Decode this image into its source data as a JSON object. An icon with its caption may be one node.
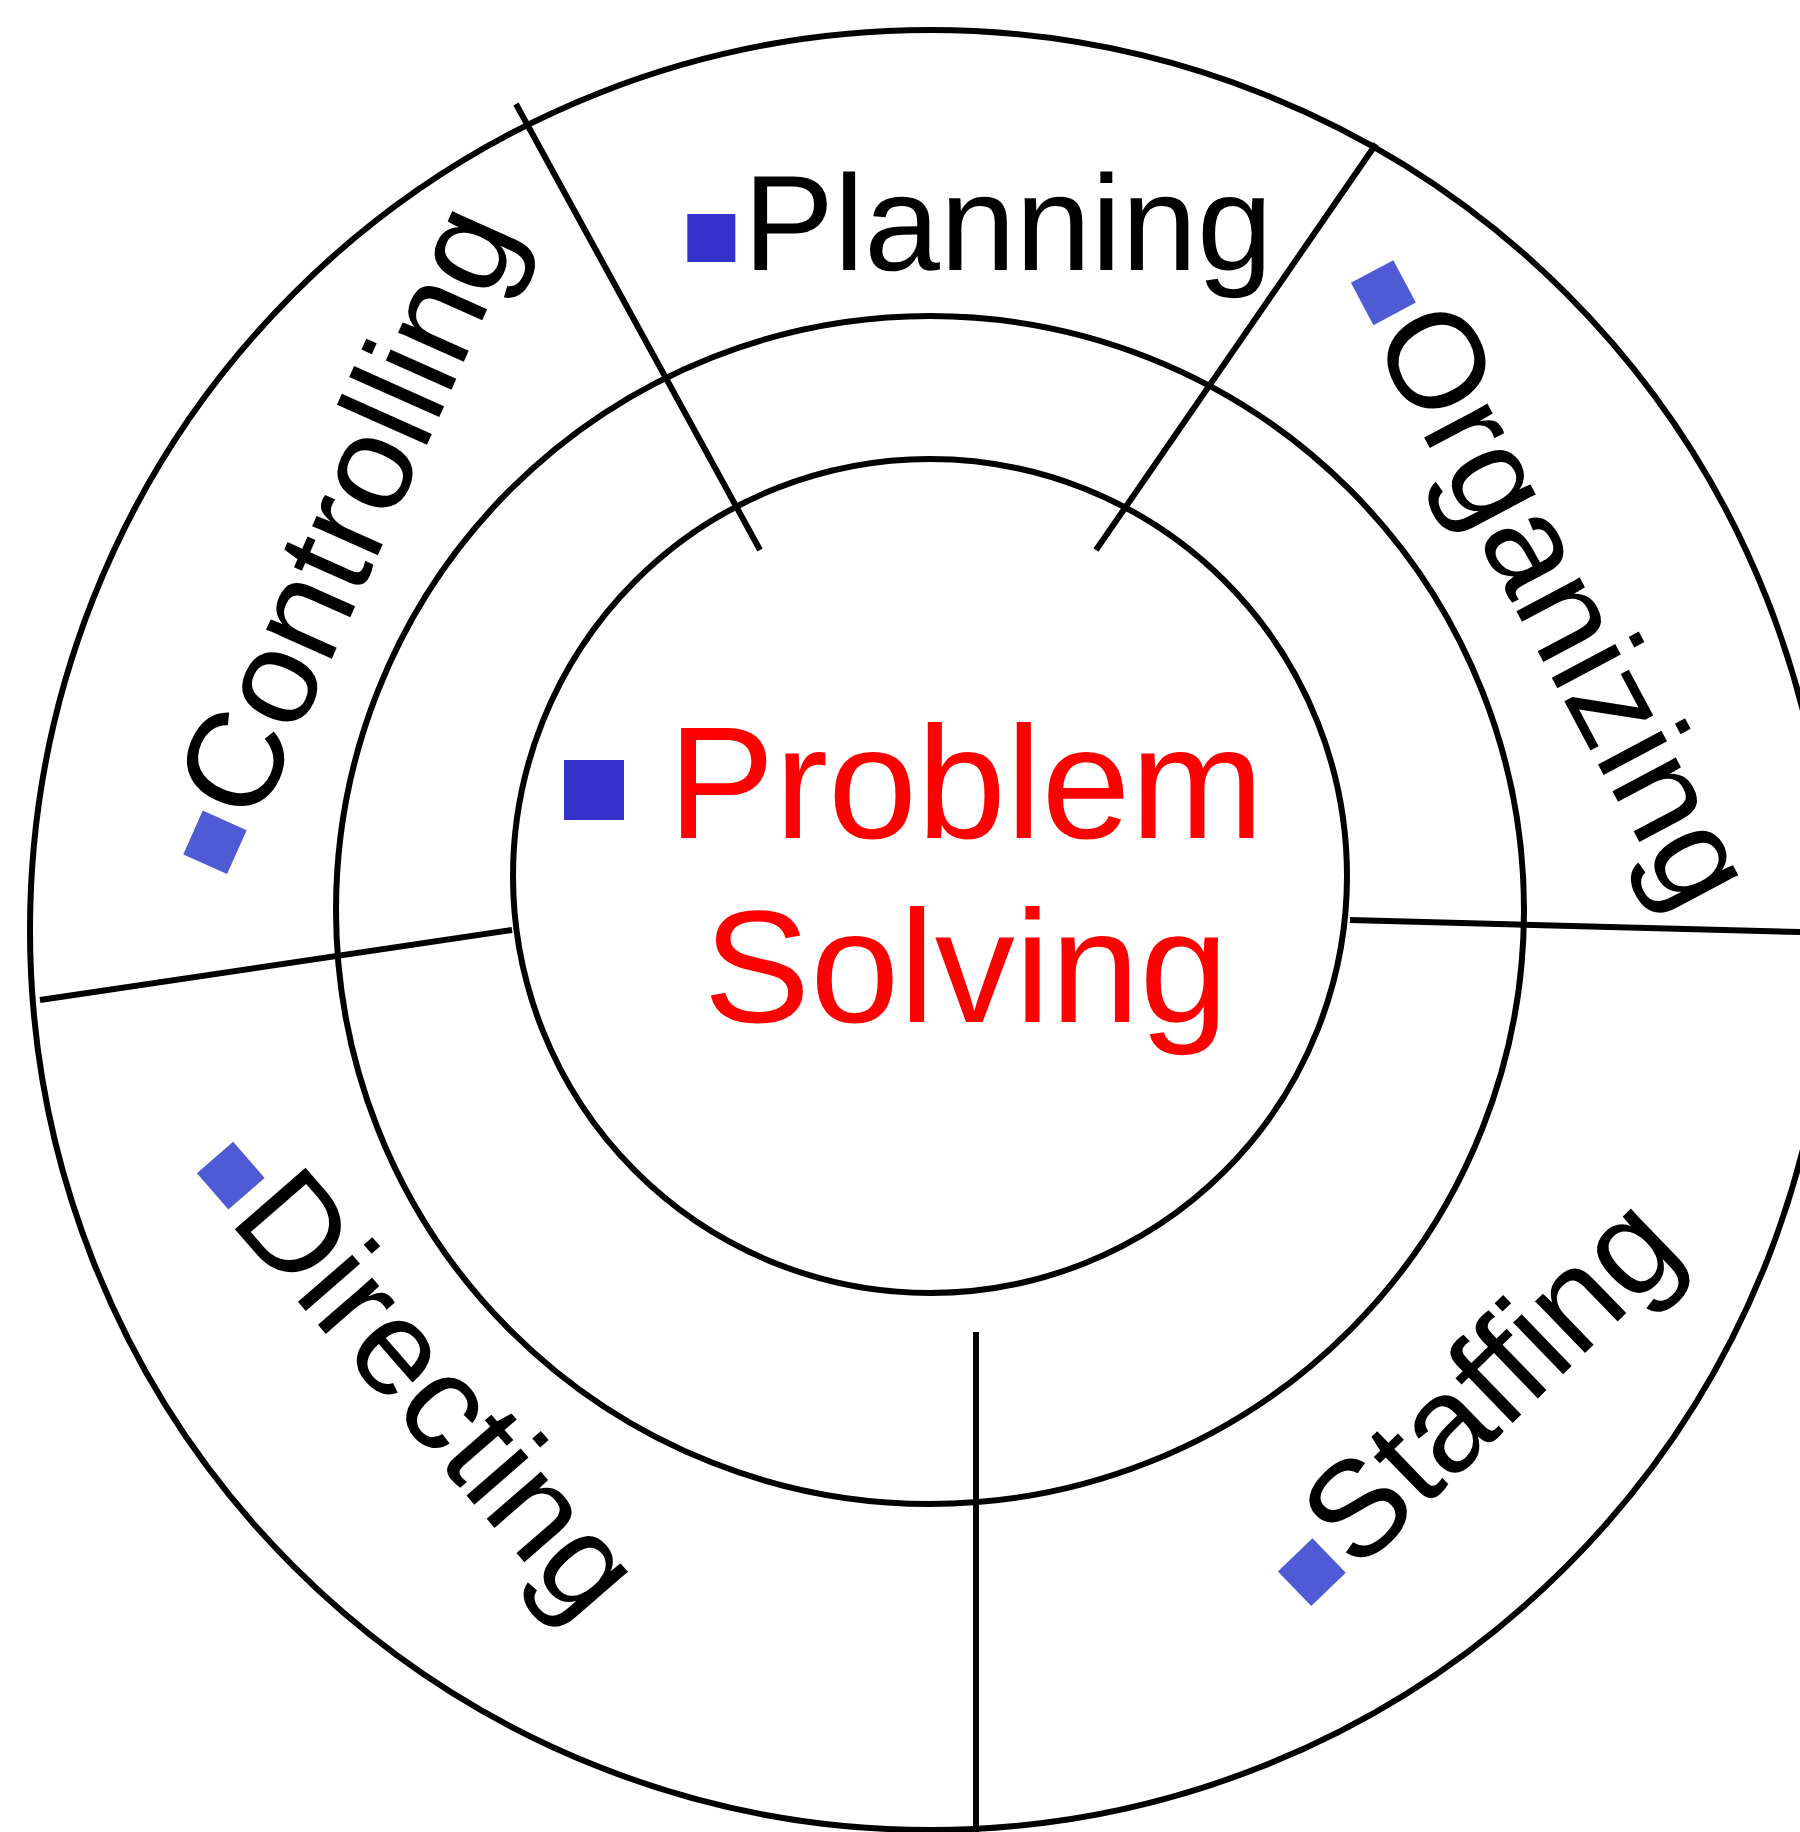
{
  "diagram": {
    "nodes": [
      {
        "text": [
          "Problem Solving"
        ]
      },
      {
        "text": [
          "Planning"
        ]
      },
      {
        "text": [
          "Organizing"
        ]
      },
      {
        "text": [
          "Staffing"
        ]
      },
      {
        "text": [
          "Directing"
        ]
      },
      {
        "text": [
          "Controlling"
        ]
      }
    ]
  }
}
